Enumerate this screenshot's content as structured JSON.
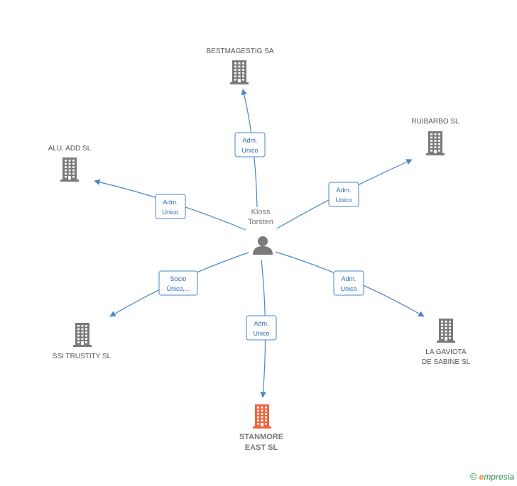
{
  "center_person": {
    "name_line1": "Kloss",
    "name_line2": "Torsten",
    "icon": "person-icon"
  },
  "companies": [
    {
      "id": "bestmagestig",
      "lines": [
        "BESTMAGESTIG SA"
      ],
      "highlight": false,
      "icon": "building-icon"
    },
    {
      "id": "ruibarbo",
      "lines": [
        "RUIBARBO SL"
      ],
      "highlight": false,
      "icon": "building-icon"
    },
    {
      "id": "alu-add",
      "lines": [
        "ALU.  ADD SL"
      ],
      "highlight": false,
      "icon": "building-icon"
    },
    {
      "id": "la-gaviota",
      "lines": [
        "LA GAVIOTA",
        "DE SABINE SL"
      ],
      "highlight": false,
      "icon": "building-icon"
    },
    {
      "id": "ssi-trustity",
      "lines": [
        "SSI TRUSTITY SL"
      ],
      "highlight": false,
      "icon": "building-icon"
    },
    {
      "id": "stanmore",
      "lines": [
        "STANMORE",
        "EAST SL"
      ],
      "highlight": true,
      "icon": "building-icon"
    }
  ],
  "relations": [
    {
      "to": "bestmagestig",
      "lines": [
        "Adm.",
        "Unico"
      ]
    },
    {
      "to": "ruibarbo",
      "lines": [
        "Adm.",
        "Unico"
      ]
    },
    {
      "to": "alu-add",
      "lines": [
        "Adm.",
        "Unico"
      ]
    },
    {
      "to": "la-gaviota",
      "lines": [
        "Adm.",
        "Unico"
      ]
    },
    {
      "to": "ssi-trustity",
      "lines": [
        "Socio",
        "Único,..."
      ]
    },
    {
      "to": "stanmore",
      "lines": [
        "Adm.",
        "Unico"
      ]
    }
  ],
  "colors": {
    "edge": "#4a86c8",
    "building": "#7a7a7a",
    "building_highlight": "#f0643c",
    "person": "#7a7a7a"
  },
  "footer": {
    "copyright": "©",
    "brand_first": "e",
    "brand_rest": "mpresia"
  }
}
